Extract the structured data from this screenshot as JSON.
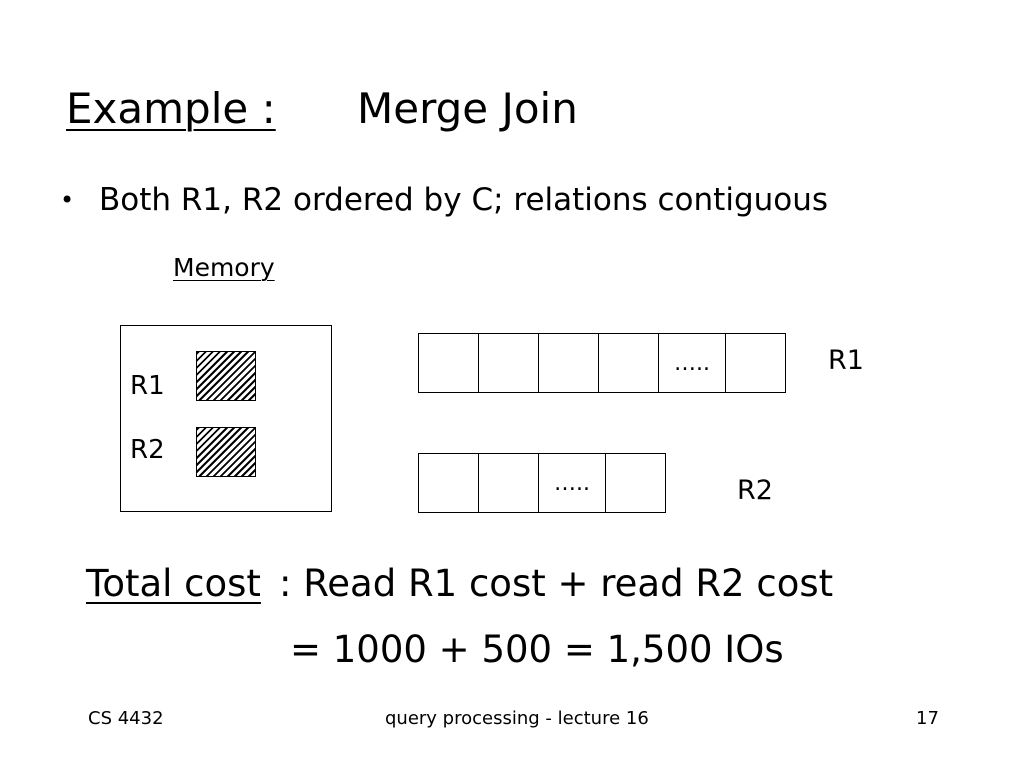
{
  "title": {
    "prefix": "Example : ",
    "main": "Merge Join"
  },
  "bullet": {
    "symbol": "•",
    "text": "Both R1, R2 ordered by C; relations contiguous"
  },
  "diagram": {
    "memory_label": "Memory",
    "memory_rows": [
      "R1",
      "R2"
    ],
    "r1_blocks": [
      "",
      "",
      "",
      "",
      "…..",
      ""
    ],
    "r1_label": "R1",
    "r2_blocks": [
      "",
      "",
      "…..",
      ""
    ],
    "r2_label": "R2"
  },
  "cost": {
    "label": "Total cost",
    "line1": ": Read R1 cost + read R2 cost",
    "line2": "= 1000 + 500 = 1,500 IOs"
  },
  "footer": {
    "left": "CS 4432",
    "center": "query processing - lecture 16",
    "right": "17"
  }
}
